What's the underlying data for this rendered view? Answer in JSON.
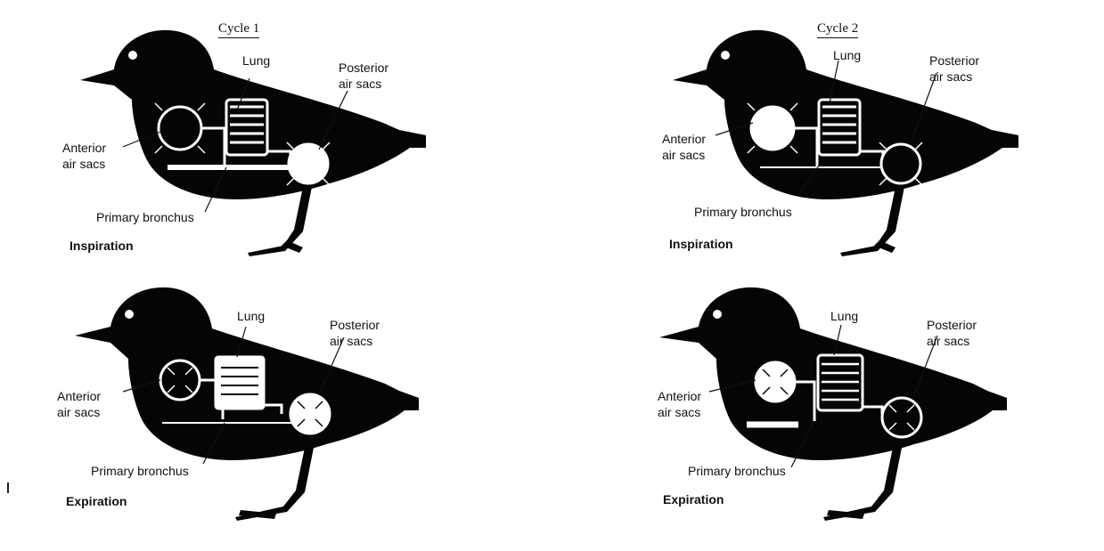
{
  "figure": {
    "panels": [
      {
        "id": "cycle1-inspiration",
        "cycle_label": "Cycle 1",
        "phase": "Inspiration",
        "labels": {
          "lung": "Lung",
          "posterior": [
            "Posterior",
            "air sacs"
          ],
          "anterior": [
            "Anterior",
            "air sacs"
          ],
          "bronchus": "Primary bronchus"
        }
      },
      {
        "id": "cycle2-inspiration",
        "cycle_label": "Cycle 2",
        "phase": "Inspiration",
        "labels": {
          "lung": "Lung",
          "posterior": [
            "Posterior",
            "air sacs"
          ],
          "anterior": [
            "Anterior",
            "air sacs"
          ],
          "bronchus": "Primary bronchus"
        }
      },
      {
        "id": "cycle1-expiration",
        "cycle_label": "",
        "phase": "Expiration",
        "labels": {
          "lung": "Lung",
          "posterior": [
            "Posterior",
            "air sacs"
          ],
          "anterior": [
            "Anterior",
            "air sacs"
          ],
          "bronchus": "Primary bronchus"
        }
      },
      {
        "id": "cycle2-expiration",
        "cycle_label": "",
        "phase": "Expiration",
        "labels": {
          "lung": "Lung",
          "posterior": [
            "Posterior",
            "air sacs"
          ],
          "anterior": [
            "Anterior",
            "air sacs"
          ],
          "bronchus": "Primary bronchus"
        }
      }
    ],
    "colors": {
      "bird": "#050505",
      "airway": "#ffffff",
      "ink": "#111111"
    }
  }
}
